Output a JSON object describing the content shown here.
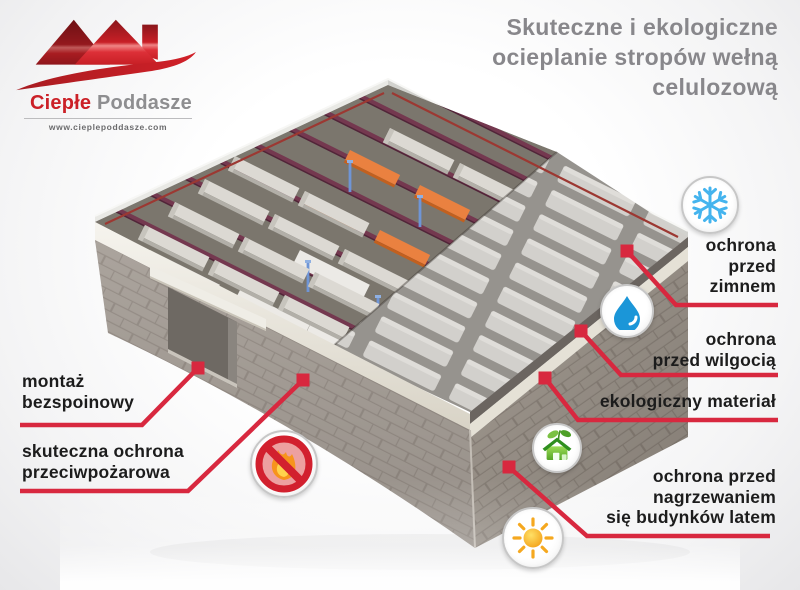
{
  "logo": {
    "brand_primary": "Ciepłe",
    "brand_secondary": "Poddasze",
    "website": "www.cieplepoddasze.com",
    "icon": "roof-logo-icon"
  },
  "title": "Skuteczne i ekologiczne\nocieplanie stropów wełną\ncelulozową",
  "illustration": "building-ceiling-insulation-3d",
  "callouts_left": [
    {
      "id": "seamless",
      "label": "montaż\nbezspoinowy",
      "icon": null
    },
    {
      "id": "fireproof",
      "label": "skuteczna ochrona\nprzeciwpożarowa",
      "icon": "no-fire-icon"
    }
  ],
  "callouts_right": [
    {
      "id": "cold",
      "label": "ochrona\nprzed\nzimnem",
      "icon": "snowflake-icon"
    },
    {
      "id": "moisture",
      "label": "ochrona\nprzed wilgocią",
      "icon": "water-drop-icon"
    },
    {
      "id": "eco",
      "label": "ekologiczny materiał",
      "icon": "eco-house-icon"
    },
    {
      "id": "summer-heat",
      "label": "ochrona przed\nnagrzewaniem\nsię budynków latem",
      "icon": "sun-icon"
    }
  ],
  "colors": {
    "accent_red": "#d8283f",
    "snowflake_blue": "#45b4ee",
    "drop_blue": "#1b96d8",
    "eco_green": "#64b52e",
    "sun_orange": "#f5a81f",
    "fire_red": "#d2202e",
    "title_gray": "#88878b",
    "logo_red": "#cb2027"
  }
}
